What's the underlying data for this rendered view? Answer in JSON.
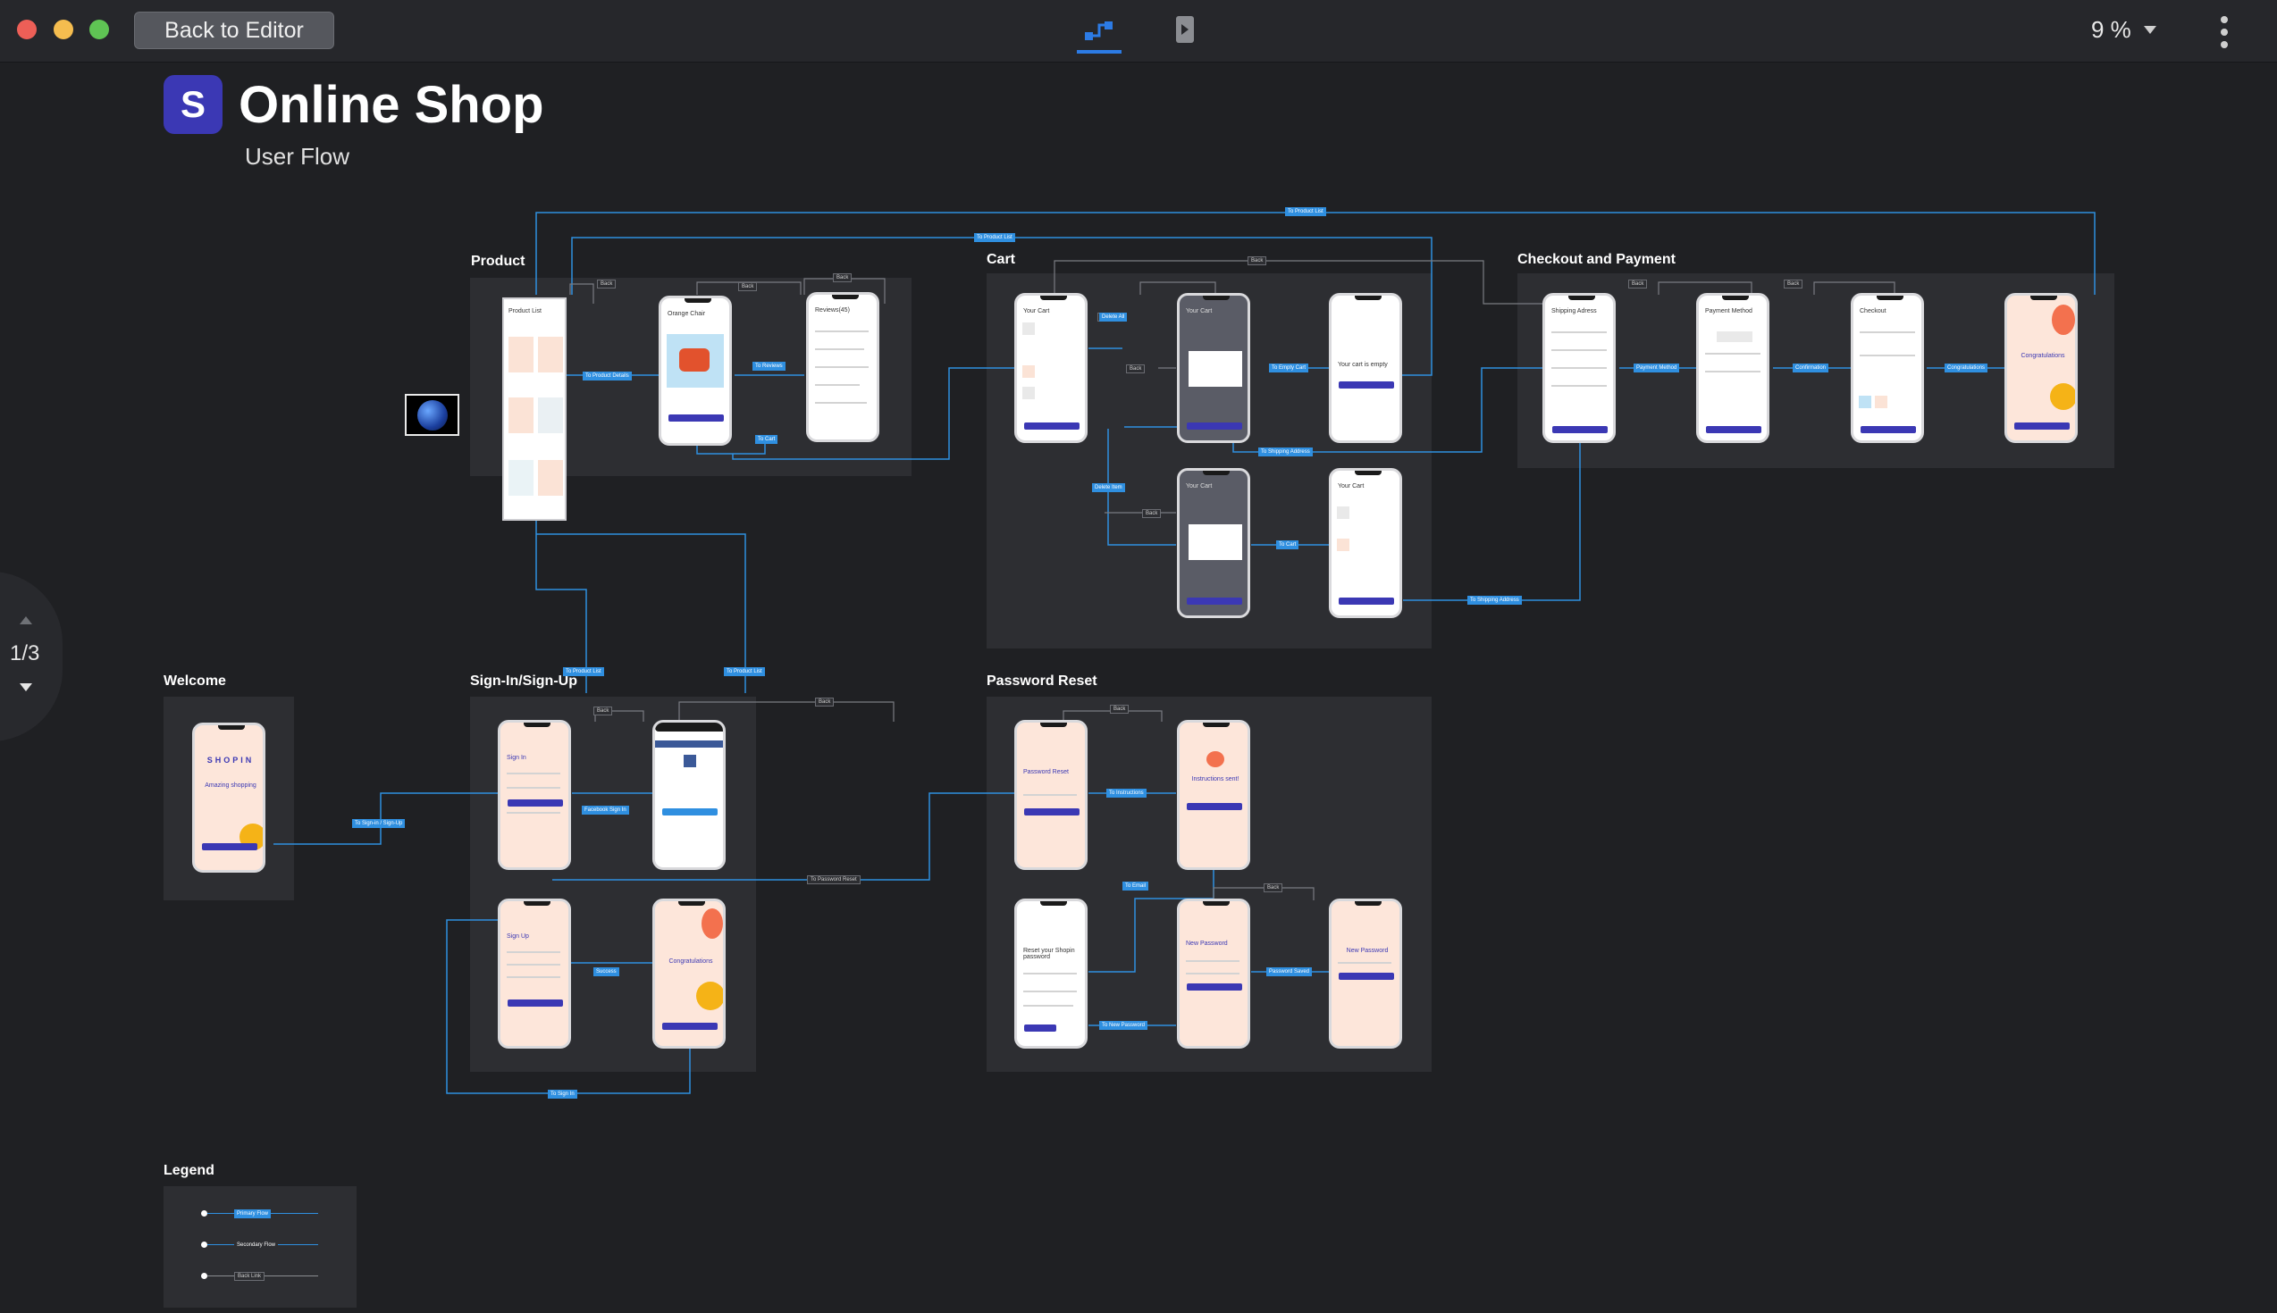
{
  "toolbar": {
    "back_label": "Back to Editor",
    "zoom_level": "9 %"
  },
  "header": {
    "logo_letter": "S",
    "title": "Online Shop",
    "subtitle": "User Flow"
  },
  "pager": {
    "label": "1/3"
  },
  "groups": {
    "product": "Product",
    "cart": "Cart",
    "checkout": "Checkout and Payment",
    "welcome": "Welcome",
    "signin": "Sign-In/Sign-Up",
    "password": "Password Reset",
    "legend": "Legend"
  },
  "screens": {
    "product_list": "Product List",
    "orange_chair": "Orange Chair",
    "reviews": "Reviews(45)",
    "your_cart_1": "Your Cart",
    "your_cart_2": "Your Cart",
    "cart_empty": "Your cart is empty",
    "your_cart_3": "Your Cart",
    "your_cart_4": "Your Cart",
    "shipping": "Shipping Adress",
    "payment": "Payment Method",
    "checkout": "Checkout",
    "congrats_checkout": "Congratulations",
    "shopin": "SHOPIN",
    "shopin_tag": "Amazing shopping",
    "sign_in": "Sign In",
    "sign_up": "Sign Up",
    "congrats_signup": "Congratulations",
    "password_reset": "Password Reset",
    "instructions_sent": "Instructions sent!",
    "reset_email": "Reset your Shopin password",
    "new_password_1": "New Password",
    "new_password_2": "New Password"
  },
  "flow_labels": {
    "to_product_list_top": "To Product List",
    "to_product_list_mid": "To Product List",
    "to_product_details": "To Product Details",
    "to_reviews": "To Reviews",
    "to_cart": "To Cart",
    "delete_all": "Delete All",
    "to_empty_cart": "To Empty Cart",
    "to_shipping_address_1": "To Shipping Address",
    "delete_item": "Delete Item",
    "to_cart_2": "To Cart",
    "to_shipping_address_2": "To Shipping Address",
    "payment_method": "Payment Method",
    "confirmation": "Confirmation",
    "congratulations": "Congratulations",
    "to_product_list_a": "To Product List",
    "to_product_list_b": "To Product List",
    "to_signin_signup": "To Sign-in / Sign-Up",
    "facebook_signin": "Facebook Sign In",
    "success": "Success",
    "to_sign_in": "To Sign In",
    "to_password_reset": "To Password Reset",
    "to_instructions": "To Instructions",
    "to_email": "To Email",
    "to_new_password": "To New Password",
    "password_saved": "Password Saved"
  },
  "back_label": "Back",
  "legend": {
    "primary": "Primary Flow",
    "secondary": "Secondary Flow",
    "back_link": "Back Link"
  },
  "colors": {
    "background": "#1f2023",
    "group": "#2d2e32",
    "flow_blue": "#2f8fe0",
    "accent_indigo": "#3b38b4",
    "peach": "#fde6da"
  },
  "icons": {
    "flow_view": "user-flow-icon",
    "preview": "play-icon",
    "more": "kebab-menu-icon"
  }
}
